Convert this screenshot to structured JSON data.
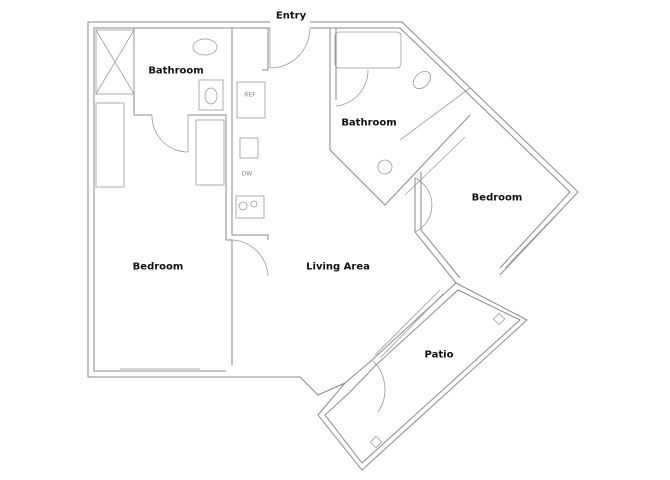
{
  "plan": {
    "rooms": {
      "entry": "Entry",
      "bathroom_left": "Bathroom",
      "bathroom_right": "Bathroom",
      "bedroom_left": "Bedroom",
      "bedroom_right": "Bedroom",
      "living": "Living Area",
      "patio": "Patio"
    },
    "fixtures": {
      "ref": "REF",
      "dw": "DW"
    },
    "line_color": "#8a8a8a"
  }
}
